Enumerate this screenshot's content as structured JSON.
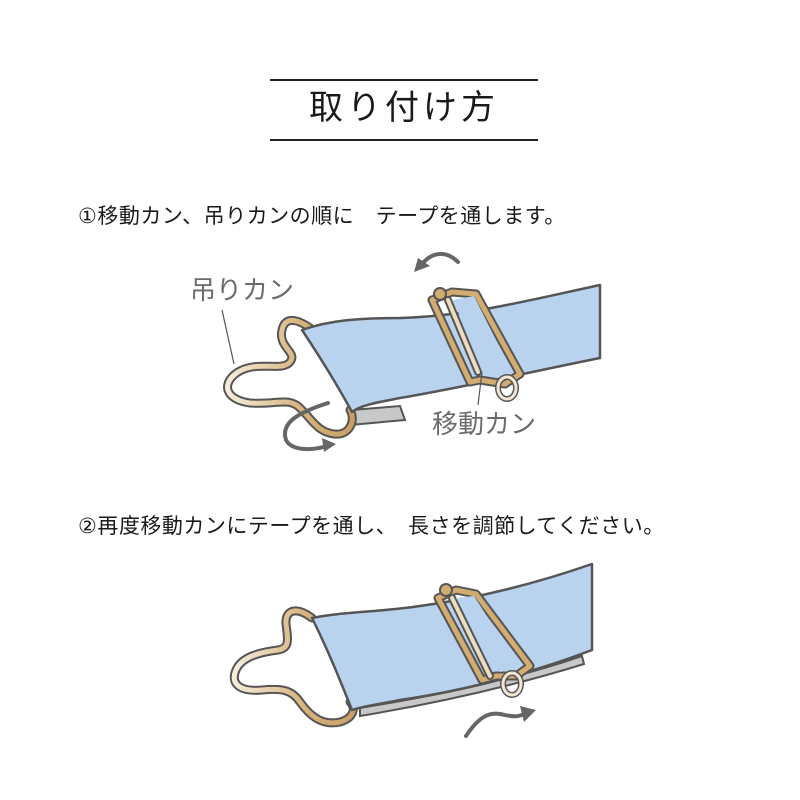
{
  "header": {
    "title": "取り付け方"
  },
  "steps": [
    {
      "number": "①",
      "text": "①移動カン、吊りカンの順に　テープを通します。"
    },
    {
      "number": "②",
      "text": "②再度移動カンにテープを通し、　長さを調節してください。"
    }
  ],
  "illustration1": {
    "labels": {
      "hanger_ring": "吊りカン",
      "slider": "移動カン"
    }
  },
  "colors": {
    "tape": "#b9d3ee",
    "tape_back": "#c8c8c8",
    "outline": "#555555",
    "metal": "#c9a066",
    "metal_light": "#f3ead9",
    "arrow": "#666666",
    "label_text": "#6b6b6b"
  }
}
